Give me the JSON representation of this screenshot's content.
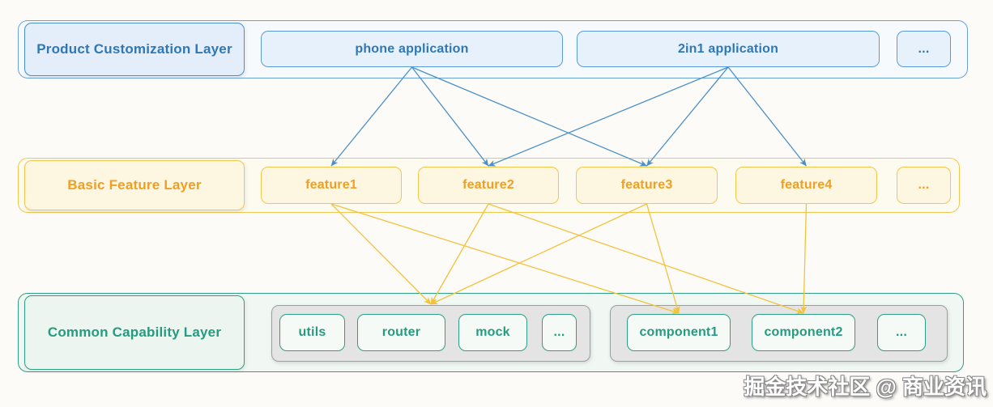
{
  "colors": {
    "blue": "#4a8fc7",
    "yellow": "#f2c23e",
    "teal": "#2e9e85"
  },
  "layers": {
    "product": {
      "title": "Product Customization Layer",
      "items": [
        {
          "label": "phone application"
        },
        {
          "label": "2in1 application"
        },
        {
          "label": "..."
        }
      ]
    },
    "feature": {
      "title": "Basic Feature Layer",
      "items": [
        {
          "label": "feature1"
        },
        {
          "label": "feature2"
        },
        {
          "label": "feature3"
        },
        {
          "label": "feature4"
        },
        {
          "label": "..."
        }
      ]
    },
    "common": {
      "title": "Common Capability Layer",
      "groups": [
        {
          "items": [
            {
              "label": "utils"
            },
            {
              "label": "router"
            },
            {
              "label": "mock"
            },
            {
              "label": "..."
            }
          ]
        },
        {
          "items": [
            {
              "label": "component1"
            },
            {
              "label": "component2"
            },
            {
              "label": "..."
            }
          ]
        }
      ]
    }
  },
  "edges": [
    {
      "from": "phone-application",
      "to": "feature1",
      "color": "blue"
    },
    {
      "from": "phone-application",
      "to": "feature2",
      "color": "blue"
    },
    {
      "from": "phone-application",
      "to": "feature3",
      "color": "blue"
    },
    {
      "from": "2in1-application",
      "to": "feature2",
      "color": "blue"
    },
    {
      "from": "2in1-application",
      "to": "feature3",
      "color": "blue"
    },
    {
      "from": "2in1-application",
      "to": "feature4",
      "color": "blue"
    },
    {
      "from": "feature1",
      "to": "base-group",
      "color": "yellow"
    },
    {
      "from": "feature2",
      "to": "base-group",
      "color": "yellow"
    },
    {
      "from": "feature3",
      "to": "base-group",
      "color": "yellow"
    },
    {
      "from": "feature1",
      "to": "component1",
      "color": "yellow"
    },
    {
      "from": "feature3",
      "to": "component1",
      "color": "yellow"
    },
    {
      "from": "feature2",
      "to": "component2",
      "color": "yellow"
    },
    {
      "from": "feature4",
      "to": "component2",
      "color": "yellow"
    }
  ],
  "watermark": "掘金技术社区 @ 商业资讯"
}
